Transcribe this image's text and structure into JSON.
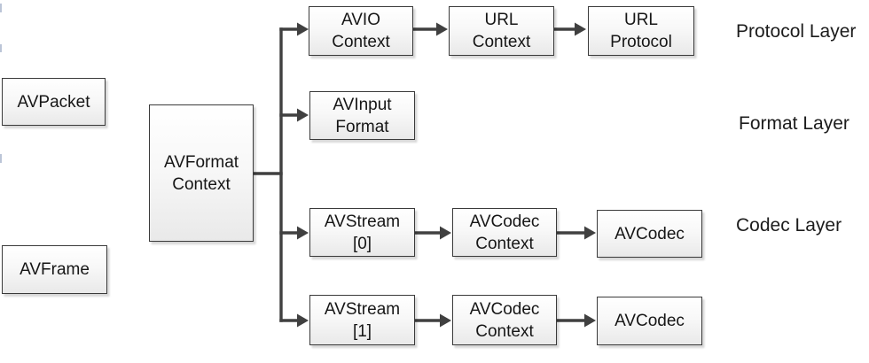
{
  "nodes": {
    "avpacket": {
      "label": "AVPacket"
    },
    "avframe": {
      "label": "AVFrame"
    },
    "avformat_context": {
      "label": "AVFormat\nContext"
    },
    "avio_context": {
      "label": "AVIO\nContext"
    },
    "url_context": {
      "label": "URL\nContext"
    },
    "url_protocol": {
      "label": "URL\nProtocol"
    },
    "avinput_format": {
      "label": "AVInput\nFormat"
    },
    "avstream_0": {
      "label": "AVStream\n[0]"
    },
    "avcodec_context_0": {
      "label": "AVCodec\nContext"
    },
    "avcodec_0": {
      "label": "AVCodec"
    },
    "avstream_1": {
      "label": "AVStream\n[1]"
    },
    "avcodec_context_1": {
      "label": "AVCodec\nContext"
    },
    "avcodec_1": {
      "label": "AVCodec"
    }
  },
  "layers": {
    "protocol": "Protocol Layer",
    "format": "Format Layer",
    "codec": "Codec Layer"
  },
  "connections": [
    {
      "from": "avformat_context",
      "to": "avio_context"
    },
    {
      "from": "avformat_context",
      "to": "avinput_format"
    },
    {
      "from": "avformat_context",
      "to": "avstream_0"
    },
    {
      "from": "avformat_context",
      "to": "avstream_1"
    },
    {
      "from": "avio_context",
      "to": "url_context"
    },
    {
      "from": "url_context",
      "to": "url_protocol"
    },
    {
      "from": "avstream_0",
      "to": "avcodec_context_0"
    },
    {
      "from": "avcodec_context_0",
      "to": "avcodec_0"
    },
    {
      "from": "avstream_1",
      "to": "avcodec_context_1"
    },
    {
      "from": "avcodec_context_1",
      "to": "avcodec_1"
    }
  ],
  "colors": {
    "background": "#ffffff",
    "box_border": "#3a3a3a",
    "box_fill_top": "#ffffff",
    "box_fill_bottom": "#e9e9e9",
    "connector": "#404040",
    "text": "#161616"
  }
}
